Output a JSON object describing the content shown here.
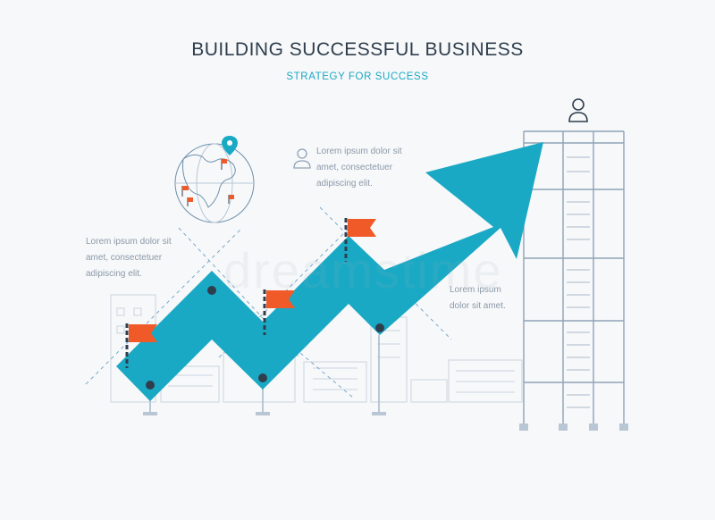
{
  "header": {
    "title": "BUILDING SUCCESSFUL BUSINESS",
    "subtitle": "STRATEGY FOR SUCCESS"
  },
  "notes": {
    "left": [
      "Lorem ipsum dolor sit",
      "amet, consectetuer",
      "adipiscing elit."
    ],
    "top": [
      "Lorem ipsum dolor sit",
      "amet, consectetuer",
      "adipiscing elit."
    ],
    "right": [
      "Lorem ipsum",
      "dolor sit amet."
    ]
  },
  "watermark": "dreamstime",
  "colors": {
    "accent": "#1aa9c4",
    "flag": "#f05a28",
    "outline": "#c5d1dc",
    "text": "#2f3e4d"
  }
}
